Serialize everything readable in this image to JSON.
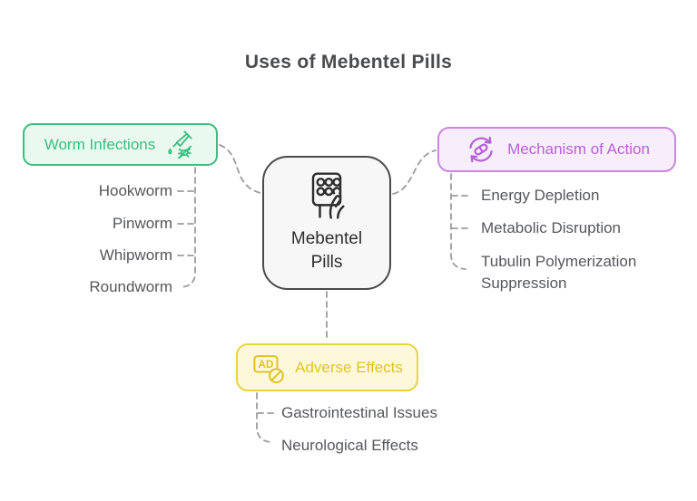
{
  "title": "Uses of Mebentel Pills",
  "colors": {
    "green_border": "#3dbd80",
    "green_bg": "#e9f9f0",
    "green_text": "#3bbc7d",
    "purple_border": "#cb85e3",
    "purple_bg": "#f8eefb",
    "purple_text": "#b760d8",
    "yellow_border": "#e7d441",
    "yellow_bg": "#fcf8d9",
    "yellow_text": "#dfc32a",
    "center_border": "#4a4a4a",
    "center_bg": "#f7f7f7",
    "center_text": "#2e2e2e",
    "item_text": "#56575b",
    "connector": "#9c9c9c",
    "title_text": "#4a4b4d"
  },
  "center_node": {
    "label_line1": "Mebentel",
    "label_line2": "Pills",
    "icon": "pill-blister-pack-icon"
  },
  "branches": {
    "worm_infections": {
      "label": "Worm Infections",
      "icon": "pesticide-dropper-icon",
      "items": [
        "Hookworm",
        "Pinworm",
        "Whipworm",
        "Roundworm"
      ]
    },
    "mechanism_of_action": {
      "label": "Mechanism of Action",
      "icon": "cycle-pill-icon",
      "items": [
        "Energy Depletion",
        "Metabolic Disruption",
        "Tubulin Polymerization Suppression"
      ]
    },
    "adverse_effects": {
      "label": "Adverse Effects",
      "icon": "ad-block-icon",
      "items": [
        "Gastrointestinal Issues",
        "Neurological Effects"
      ]
    }
  }
}
